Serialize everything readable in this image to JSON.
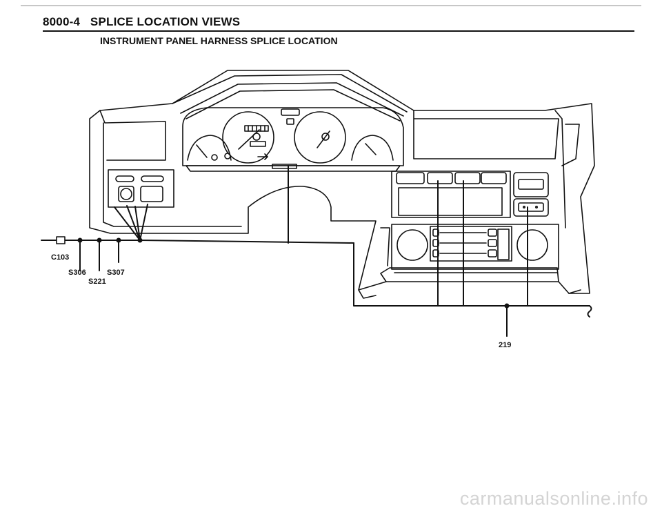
{
  "header": {
    "page_code": "8000-4",
    "section_title": "SPLICE LOCATION VIEWS",
    "subtitle": "INSTRUMENT PANEL HARNESS SPLICE LOCATION"
  },
  "diagram": {
    "connector_label": "C103",
    "splice_labels": [
      "S306",
      "S221",
      "S307",
      "219"
    ]
  },
  "watermark": "carmanualsonline.info",
  "colors": {
    "ink": "#111111",
    "watermark": "#d4d4d4"
  }
}
